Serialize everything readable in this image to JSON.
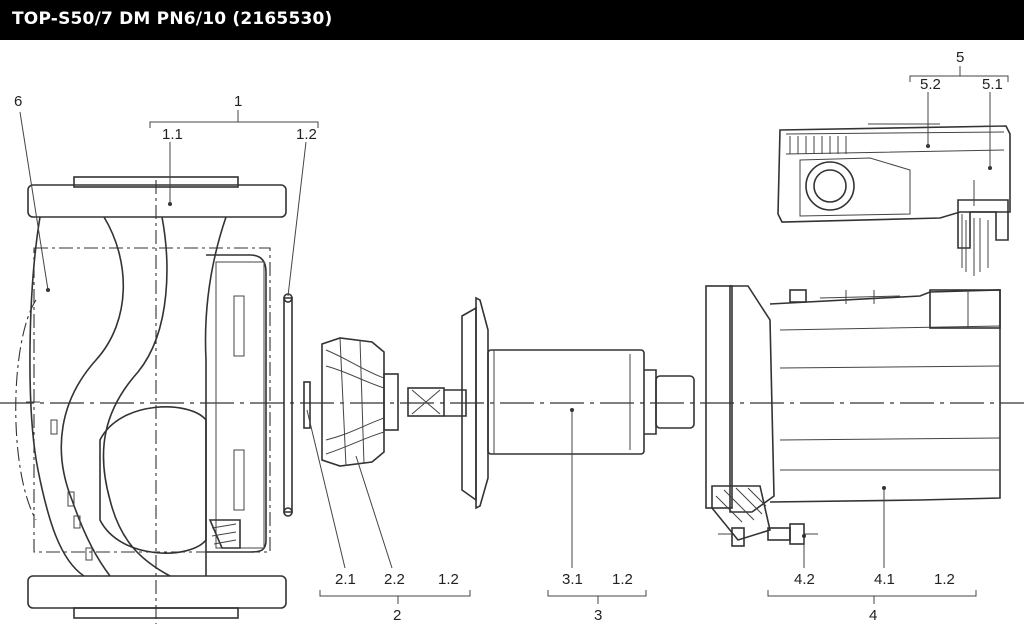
{
  "title": "TOP-S50/7 DM PN6/10 (2165530)",
  "labels": {
    "g1": "1",
    "l1_1": "1.1",
    "l1_2": "1.2",
    "g5": "5",
    "l5_2": "5.2",
    "l5_1": "5.1",
    "l6": "6",
    "l2_1": "2.1",
    "l2_2": "2.2",
    "l2_12": "1.2",
    "g2": "2",
    "l3_1": "3.1",
    "l3_12": "1.2",
    "g3": "3",
    "l4_2": "4.2",
    "l4_1": "4.1",
    "l4_12": "1.2",
    "g4": "4"
  }
}
